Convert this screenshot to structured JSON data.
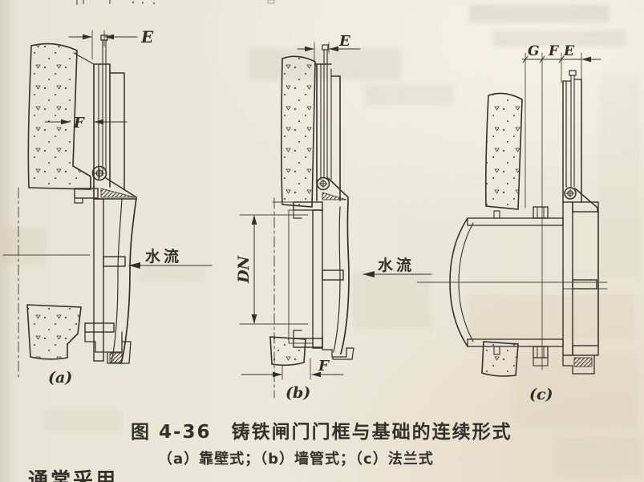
{
  "caption": {
    "line1": "图 4-36　铸铁闸门门框与基础的连续形式",
    "line2": "（a）靠壁式；（b）墙管式；（c）法兰式",
    "clipped_next_line": "通常采用"
  },
  "panels": {
    "a": {
      "label": "(a)",
      "dim_e": "E",
      "dim_f": "F",
      "flow": "水流"
    },
    "b": {
      "label": "(b)",
      "dim_e": "E",
      "dim_f": "F",
      "dim_dn": "DN",
      "flow": "水流"
    },
    "c": {
      "label": "(c)",
      "dim_g": "G",
      "dim_f": "F",
      "dim_e": "E"
    }
  },
  "colors": {
    "paper": "#ece8da",
    "ink": "#33302b"
  }
}
